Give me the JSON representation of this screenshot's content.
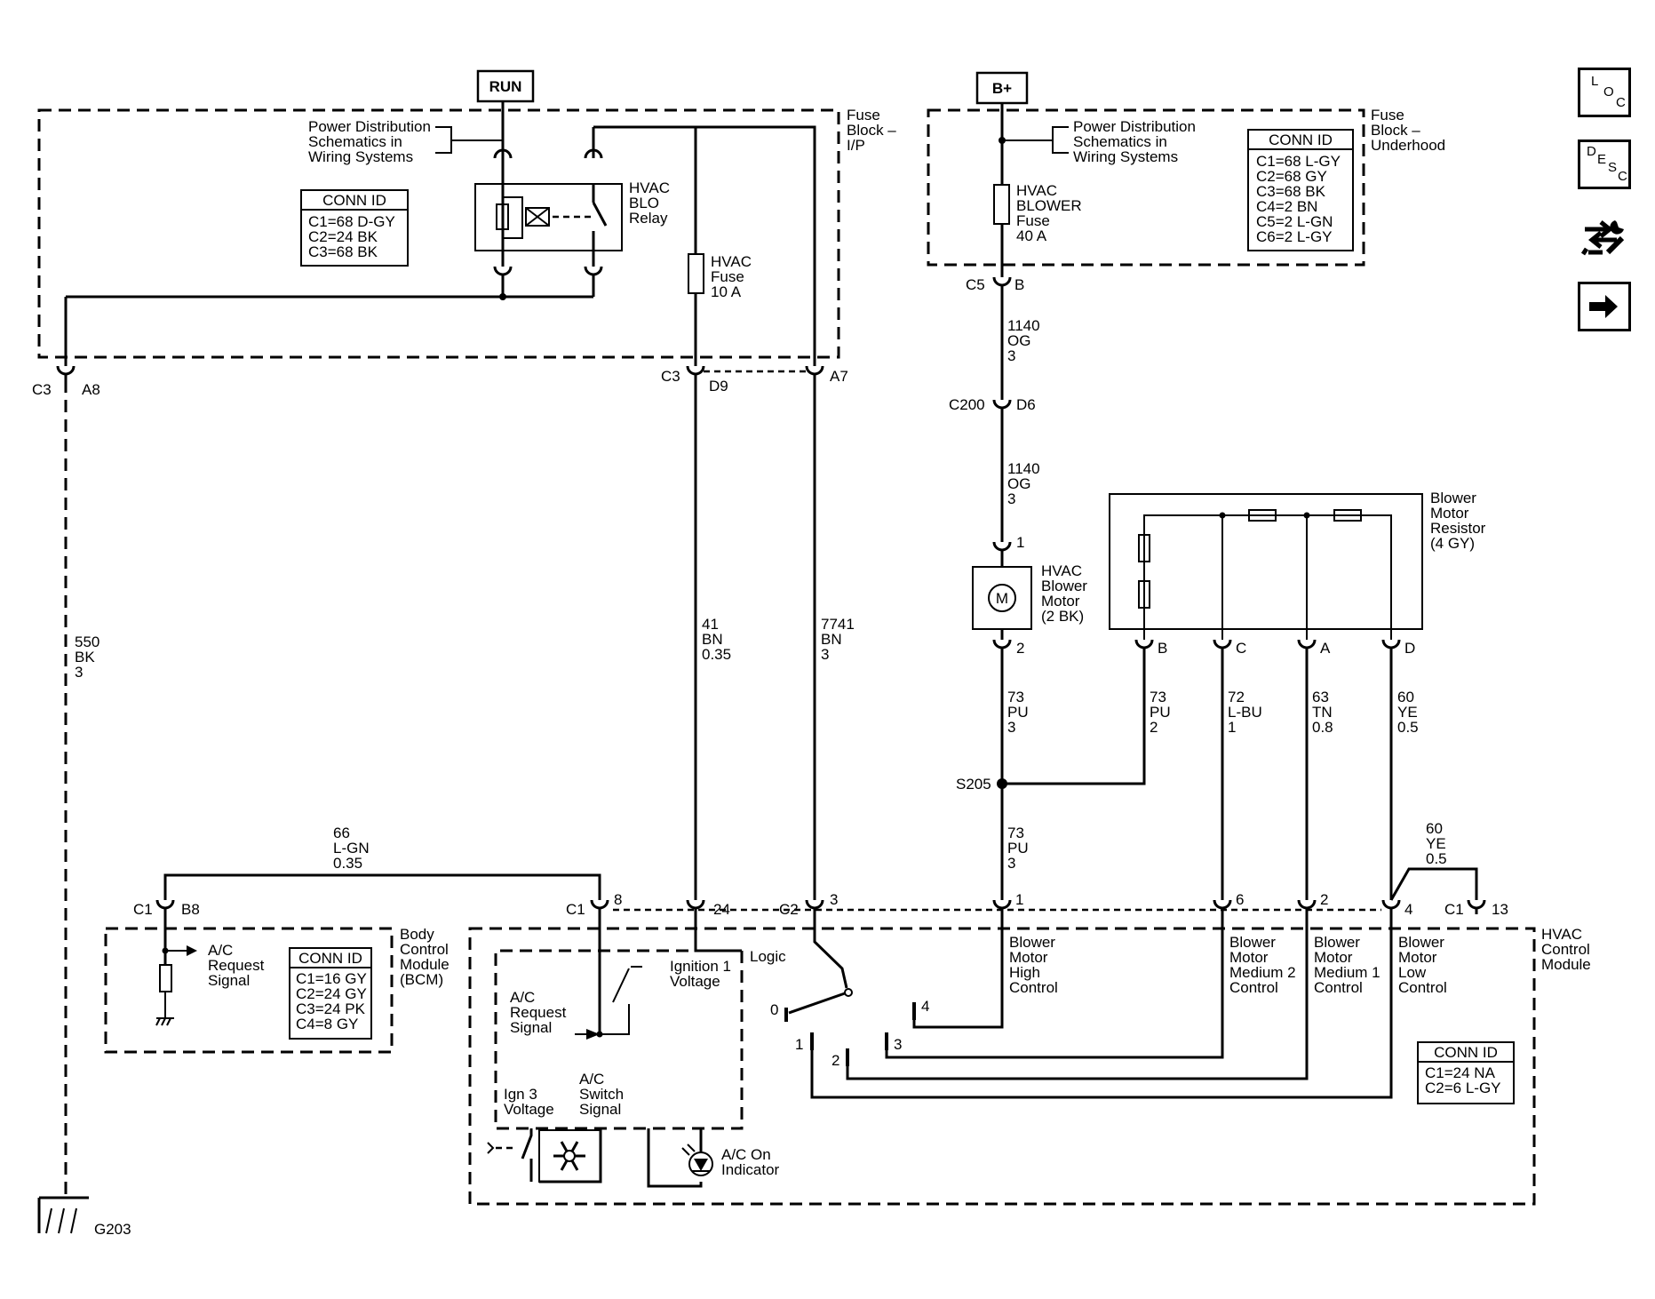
{
  "sources": {
    "run": "RUN",
    "bplus": "B+"
  },
  "fuse_block_ip": {
    "title": [
      "Fuse",
      "Block –",
      "I/P"
    ],
    "power_dist": [
      "Power Distribution",
      "Schematics in",
      "Wiring Systems"
    ],
    "relay": [
      "HVAC",
      "BLO",
      "Relay"
    ],
    "fuse": [
      "HVAC",
      "Fuse",
      "10 A"
    ],
    "conn_title": "CONN ID",
    "conn": [
      "C1=68 D-GY",
      "C2=24 BK",
      "C3=68 BK"
    ]
  },
  "fuse_block_uh": {
    "title": [
      "Fuse",
      "Block –",
      "Underhood"
    ],
    "power_dist": [
      "Power Distribution",
      "Schematics in",
      "Wiring Systems"
    ],
    "fuse": [
      "HVAC",
      "BLOWER",
      "Fuse",
      "40 A"
    ],
    "conn_title": "CONN ID",
    "conn": [
      "C1=68 L-GY",
      "C2=68 GY",
      "C3=68 BK",
      "C4=2 BN",
      "C5=2 L-GN",
      "C6=2 L-GY"
    ]
  },
  "connectors": {
    "c3_a8": [
      "C3",
      "A8"
    ],
    "c3_d9": [
      "C3",
      "D9"
    ],
    "a7": "A7",
    "c5_b": [
      "C5",
      "B"
    ],
    "c200_d6": [
      "C200",
      "D6"
    ],
    "motor_pin1": "1",
    "motor_pin2": "2",
    "s205": "S205",
    "c1_b8": [
      "C1",
      "B8"
    ],
    "c1_8": [
      "C1",
      "8"
    ],
    "pin24": "24",
    "c2_3": [
      "C2",
      "3"
    ],
    "pin1": "1",
    "pin6": "6",
    "pin2": "2",
    "pin4": "4",
    "c1_13": [
      "C1",
      "13"
    ],
    "resistor_pins": [
      "B",
      "C",
      "A",
      "D"
    ],
    "ground": "G203"
  },
  "wires": {
    "w550": [
      "550",
      "BK",
      "3"
    ],
    "w41": [
      "41",
      "BN",
      "0.35"
    ],
    "w7741": [
      "7741",
      "BN",
      "3"
    ],
    "w1140_a": [
      "1140",
      "OG",
      "3"
    ],
    "w1140_b": [
      "1140",
      "OG",
      "3"
    ],
    "w73_motor": [
      "73",
      "PU",
      "3"
    ],
    "w73_res": [
      "73",
      "PU",
      "2"
    ],
    "w72": [
      "72",
      "L-BU",
      "1"
    ],
    "w63": [
      "63",
      "TN",
      "0.8"
    ],
    "w60": [
      "60",
      "YE",
      "0.5"
    ],
    "w73_low": [
      "73",
      "PU",
      "3"
    ],
    "w66": [
      "66",
      "L-GN",
      "0.35"
    ],
    "w60_b": [
      "60",
      "YE",
      "0.5"
    ]
  },
  "components": {
    "motor": [
      "HVAC",
      "Blower",
      "Motor",
      "(2 BK)"
    ],
    "motor_symbol": "M",
    "resistor": [
      "Blower",
      "Motor",
      "Resistor",
      "(4 GY)"
    ]
  },
  "bcm": {
    "title": [
      "Body",
      "Control",
      "Module",
      "(BCM)"
    ],
    "signal": [
      "A/C",
      "Request",
      "Signal"
    ],
    "conn_title": "CONN ID",
    "conn": [
      "C1=16 GY",
      "C2=24 GY",
      "C3=24 PK",
      "C4=8 GY"
    ]
  },
  "hvac_module": {
    "title": [
      "HVAC",
      "Control",
      "Module"
    ],
    "logic": "Logic",
    "ign1": [
      "Ignition 1",
      "Voltage"
    ],
    "ac_request": [
      "A/C",
      "Request",
      "Signal"
    ],
    "ign3": [
      "Ign 3",
      "Voltage"
    ],
    "ac_switch": [
      "A/C",
      "Switch",
      "Signal"
    ],
    "ac_indicator": [
      "A/C On",
      "Indicator"
    ],
    "high": [
      "Blower",
      "Motor",
      "High",
      "Control"
    ],
    "med2": [
      "Blower",
      "Motor",
      "Medium 2",
      "Control"
    ],
    "med1": [
      "Blower",
      "Motor",
      "Medium 1",
      "Control"
    ],
    "low": [
      "Blower",
      "Motor",
      "Low",
      "Control"
    ],
    "switch_positions": [
      "0",
      "1",
      "2",
      "3",
      "4"
    ],
    "conn_title": "CONN ID",
    "conn": [
      "C1=24 NA",
      "C2=6 L-GY"
    ]
  },
  "sidebar": {
    "loc": [
      "L",
      "O",
      "C"
    ],
    "desc": [
      "D",
      "E",
      "S",
      "C"
    ]
  }
}
